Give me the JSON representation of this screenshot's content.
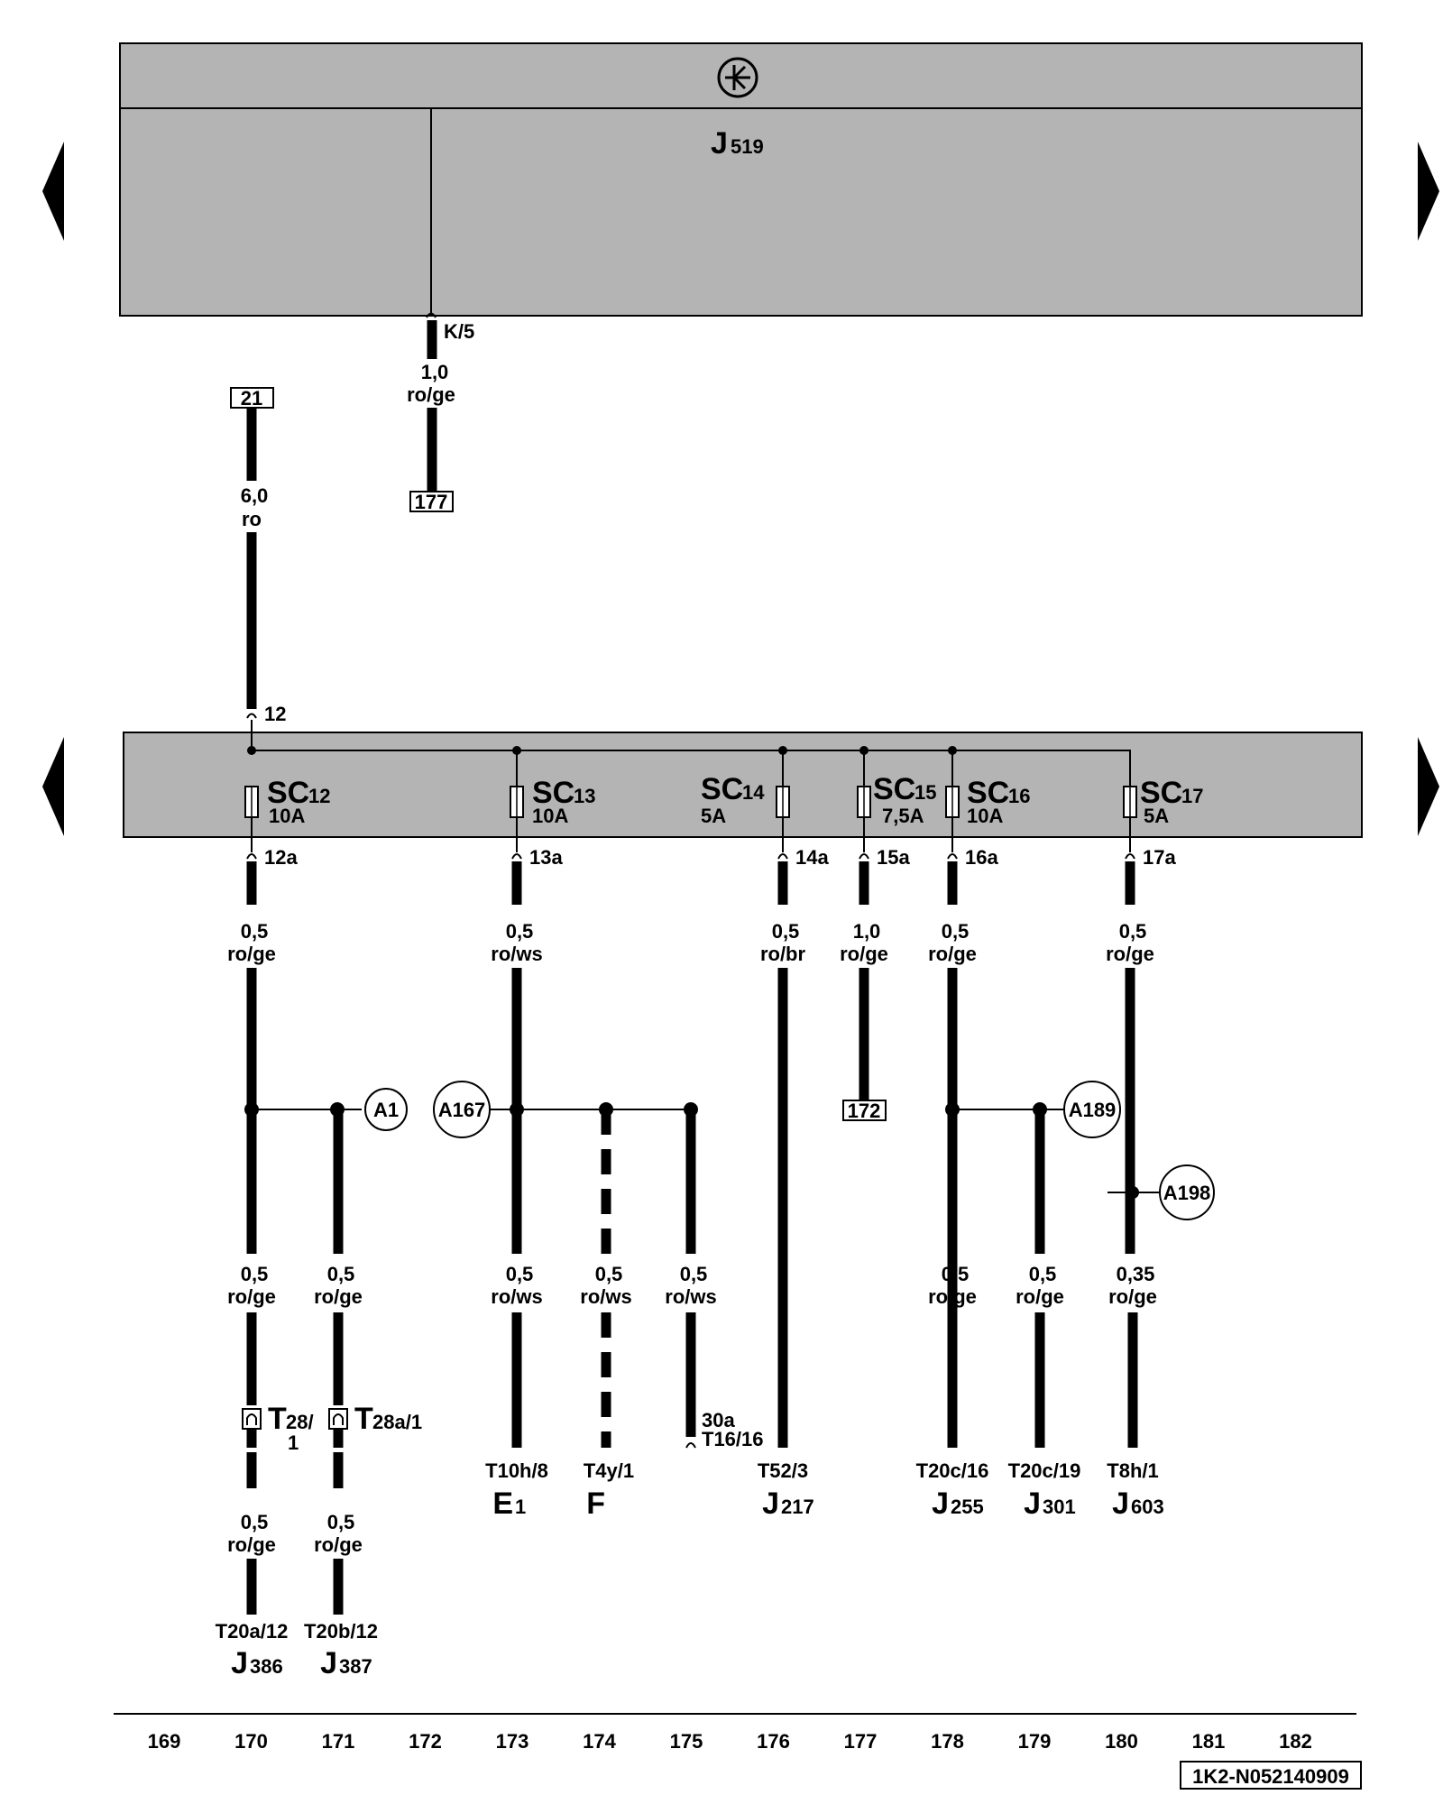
{
  "modules": {
    "top": {
      "name": "J",
      "num": "519"
    },
    "fuse_box_input_pin": "12"
  },
  "refs": {
    "ref21": "21",
    "ref177": "177",
    "ref172": "172"
  },
  "top_wire": {
    "pin": "K/5",
    "size": "1,0",
    "color": "ro/ge"
  },
  "input_wire": {
    "size": "6,0",
    "color": "ro"
  },
  "fuses": [
    {
      "id": "SC12",
      "prefix": "SC",
      "num": "12",
      "rating": "10A",
      "pin": "12a"
    },
    {
      "id": "SC13",
      "prefix": "SC",
      "num": "13",
      "rating": "10A",
      "pin": "13a"
    },
    {
      "id": "SC14",
      "prefix": "SC",
      "num": "14",
      "rating": "5A",
      "pin": "14a"
    },
    {
      "id": "SC15",
      "prefix": "SC",
      "num": "15",
      "rating": "7,5A",
      "pin": "15a"
    },
    {
      "id": "SC16",
      "prefix": "SC",
      "num": "16",
      "rating": "10A",
      "pin": "16a"
    },
    {
      "id": "SC17",
      "prefix": "SC",
      "num": "17",
      "rating": "5A",
      "pin": "17a"
    }
  ],
  "upper_wires": [
    {
      "size": "0,5",
      "color": "ro/ge"
    },
    {
      "size": "0,5",
      "color": "ro/ws"
    },
    {
      "size": "0,5",
      "color": "ro/br"
    },
    {
      "size": "1,0",
      "color": "ro/ge"
    },
    {
      "size": "0,5",
      "color": "ro/ge"
    },
    {
      "size": "0,5",
      "color": "ro/ge"
    }
  ],
  "junctions": [
    "A1",
    "A167",
    "A189",
    "A198"
  ],
  "lower_wires": [
    {
      "size": "0,5",
      "color": "ro/ge"
    },
    {
      "size": "0,5",
      "color": "ro/ge"
    },
    {
      "size": "0,5",
      "color": "ro/ws"
    },
    {
      "size": "0,5",
      "color": "ro/ws"
    },
    {
      "size": "0,5",
      "color": "ro/ws"
    },
    {
      "size": "0,5",
      "color": "ro/ge"
    },
    {
      "size": "0,5",
      "color": "ro/ge"
    },
    {
      "size": "0,35",
      "color": "ro/ge"
    }
  ],
  "connectors_inline": [
    {
      "name": "T",
      "sub1": "28/",
      "sub2": "1"
    },
    {
      "name": "T",
      "sub1": "28a/1",
      "sub2": ""
    }
  ],
  "bottom_wires": [
    {
      "size": "0,5",
      "color": "ro/ge"
    },
    {
      "size": "0,5",
      "color": "ro/ge"
    }
  ],
  "terminals": [
    {
      "pin": "T20a/12",
      "comp": "J",
      "num": "386"
    },
    {
      "pin": "T20b/12",
      "comp": "J",
      "num": "387"
    },
    {
      "pin": "T10h/8",
      "comp": "E",
      "num": "1"
    },
    {
      "pin": "T4y/1",
      "comp": "F",
      "num": ""
    },
    {
      "pin": "30a",
      "pin2": "T16/16",
      "comp": "",
      "num": ""
    },
    {
      "pin": "T52/3",
      "comp": "J",
      "num": "217"
    },
    {
      "pin": "T20c/16",
      "comp": "J",
      "num": "255"
    },
    {
      "pin": "T20c/19",
      "comp": "J",
      "num": "301"
    },
    {
      "pin": "T8h/1",
      "comp": "J",
      "num": "603"
    }
  ],
  "columns": [
    "169",
    "170",
    "171",
    "172",
    "173",
    "174",
    "175",
    "176",
    "177",
    "178",
    "179",
    "180",
    "181",
    "182"
  ],
  "doc_id": "1K2-N052140909"
}
